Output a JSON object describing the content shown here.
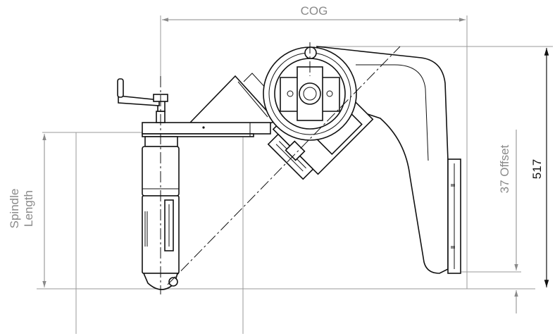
{
  "labels": {
    "cog": "COG",
    "spindle_length_line1": "Spindle",
    "spindle_length_line2": "Length",
    "offset": "37 Offset",
    "height": "517"
  },
  "colors": {
    "line": "#111111",
    "dimension": "#8a8a8a",
    "background": "#ffffff"
  }
}
